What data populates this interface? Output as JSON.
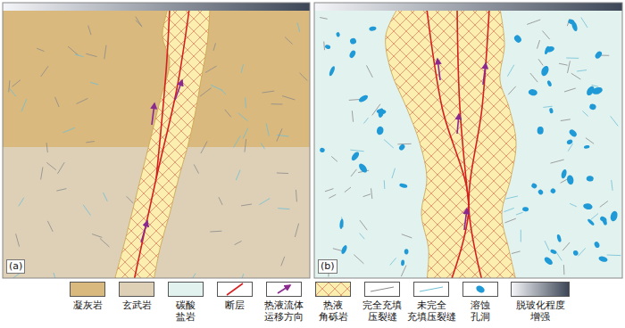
{
  "diagram": {
    "labels": [
      "(a)",
      "(b)"
    ],
    "legend": [
      {
        "text": "凝灰岩",
        "color": "#d9b97e"
      },
      {
        "text": "玄武岩",
        "color": "#ddd0b6"
      },
      {
        "text": "碳酸 盐岩",
        "color": "#e2f2ef"
      },
      {
        "text": "断层"
      },
      {
        "text": "热液流体 运移方向"
      },
      {
        "text": "热液 角砾岩"
      },
      {
        "text": "完全充填 压裂缝"
      },
      {
        "text": "未完全 充填压裂缝"
      },
      {
        "text": "溶蚀 孔洞"
      },
      {
        "text": "脱玻化程度 增强"
      }
    ]
  }
}
